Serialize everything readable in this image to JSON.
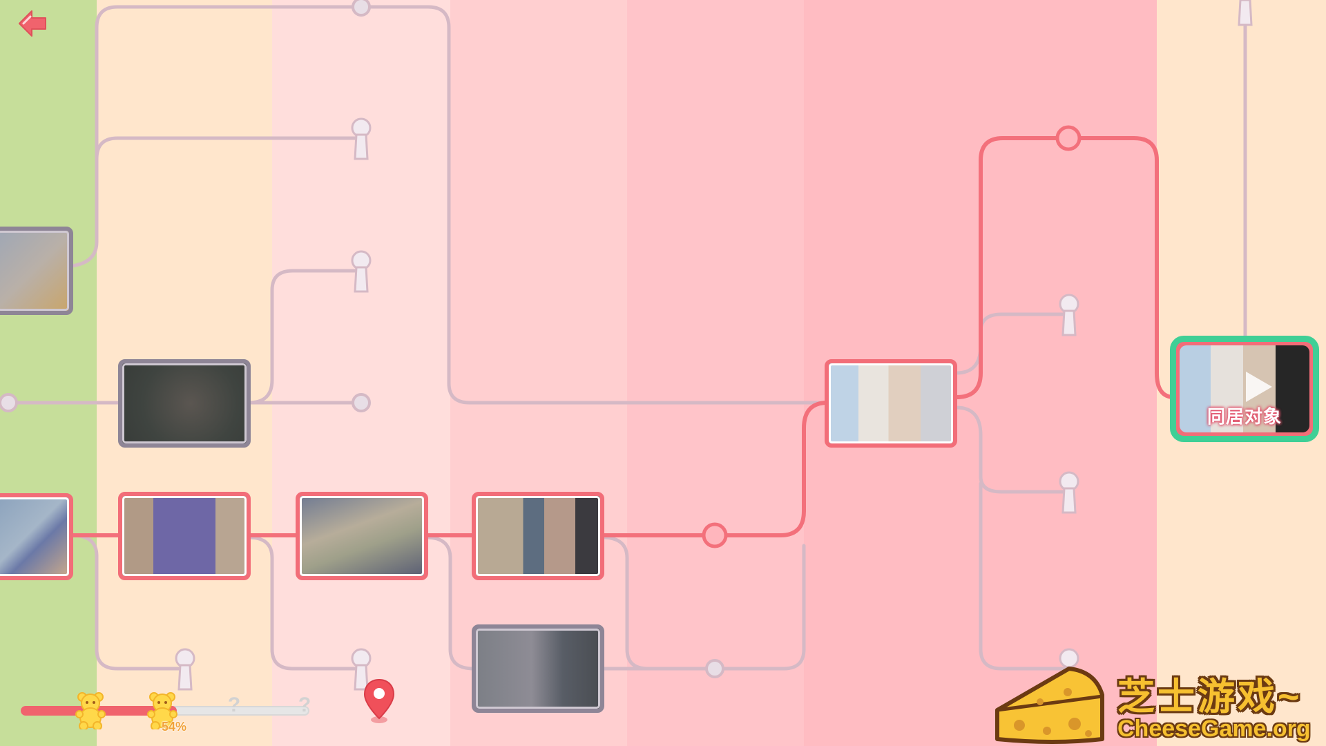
{
  "page": {
    "columns": [
      {
        "name": "column-1",
        "color": "#c6de9a"
      },
      {
        "name": "column-2",
        "color": "#ffe6cc"
      },
      {
        "name": "column-3",
        "color": "#ffdedc"
      },
      {
        "name": "column-4",
        "color": "#ffcfd0"
      },
      {
        "name": "column-5",
        "color": "#ffc4c9"
      },
      {
        "name": "column-6",
        "color": "#ffbcc2"
      },
      {
        "name": "column-7",
        "color": "#ffe6cc"
      }
    ],
    "colors": {
      "path_inactive": "#d5b9c5",
      "path_active": "#f3707b",
      "node_active_border": "#f26d78",
      "node_locked_border": "#8e8596",
      "final_node_border": "#3fcf96",
      "progress_fill": "#f0636d"
    }
  },
  "back_button": {
    "icon": "back-arrow-icon",
    "color": "#f0636d"
  },
  "final_node": {
    "title": "同居对象",
    "icon": "play-icon"
  },
  "progress": {
    "percent_label": "54%",
    "percent_value": 0.54,
    "marker_1": "?",
    "marker_2": "?",
    "bear_icon": "gummy-bear-icon"
  },
  "location_marker": {
    "icon": "location-pin-icon",
    "color": "#f0505a"
  },
  "watermark": {
    "text_cn": "芝士游戏~",
    "text_en": "CheeseGame.org",
    "icon": "cheese-icon"
  }
}
